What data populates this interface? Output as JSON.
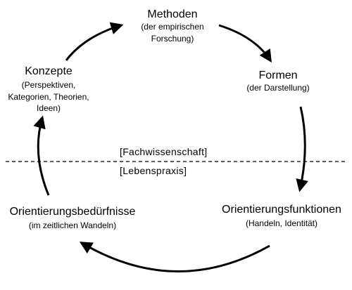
{
  "nodes": {
    "methoden": {
      "title": "Methoden",
      "sub": [
        "(der empirischen",
        "Forschung)"
      ]
    },
    "formen": {
      "title": "Formen",
      "sub": [
        "(der Darstellung)"
      ]
    },
    "konzepte": {
      "title": "Konzepte",
      "sub": [
        "(Perspektiven,",
        "Kategorien, Theorien,",
        "Ideen)"
      ]
    },
    "orientierungsfunktionen": {
      "title": "Orientierungsfunktionen",
      "sub": [
        "(Handeln, Identität)"
      ]
    },
    "orientierungsbeduerfnisse": {
      "title": "Orientierungsbedürfnisse",
      "sub": [
        "(im zeitlichen Wandeln)"
      ]
    }
  },
  "divider": {
    "upper_label": "[Fachwissenschaft]",
    "lower_label": "[Lebenspraxis]"
  },
  "colors": {
    "ink": "#000000",
    "background": "#ffffff"
  }
}
